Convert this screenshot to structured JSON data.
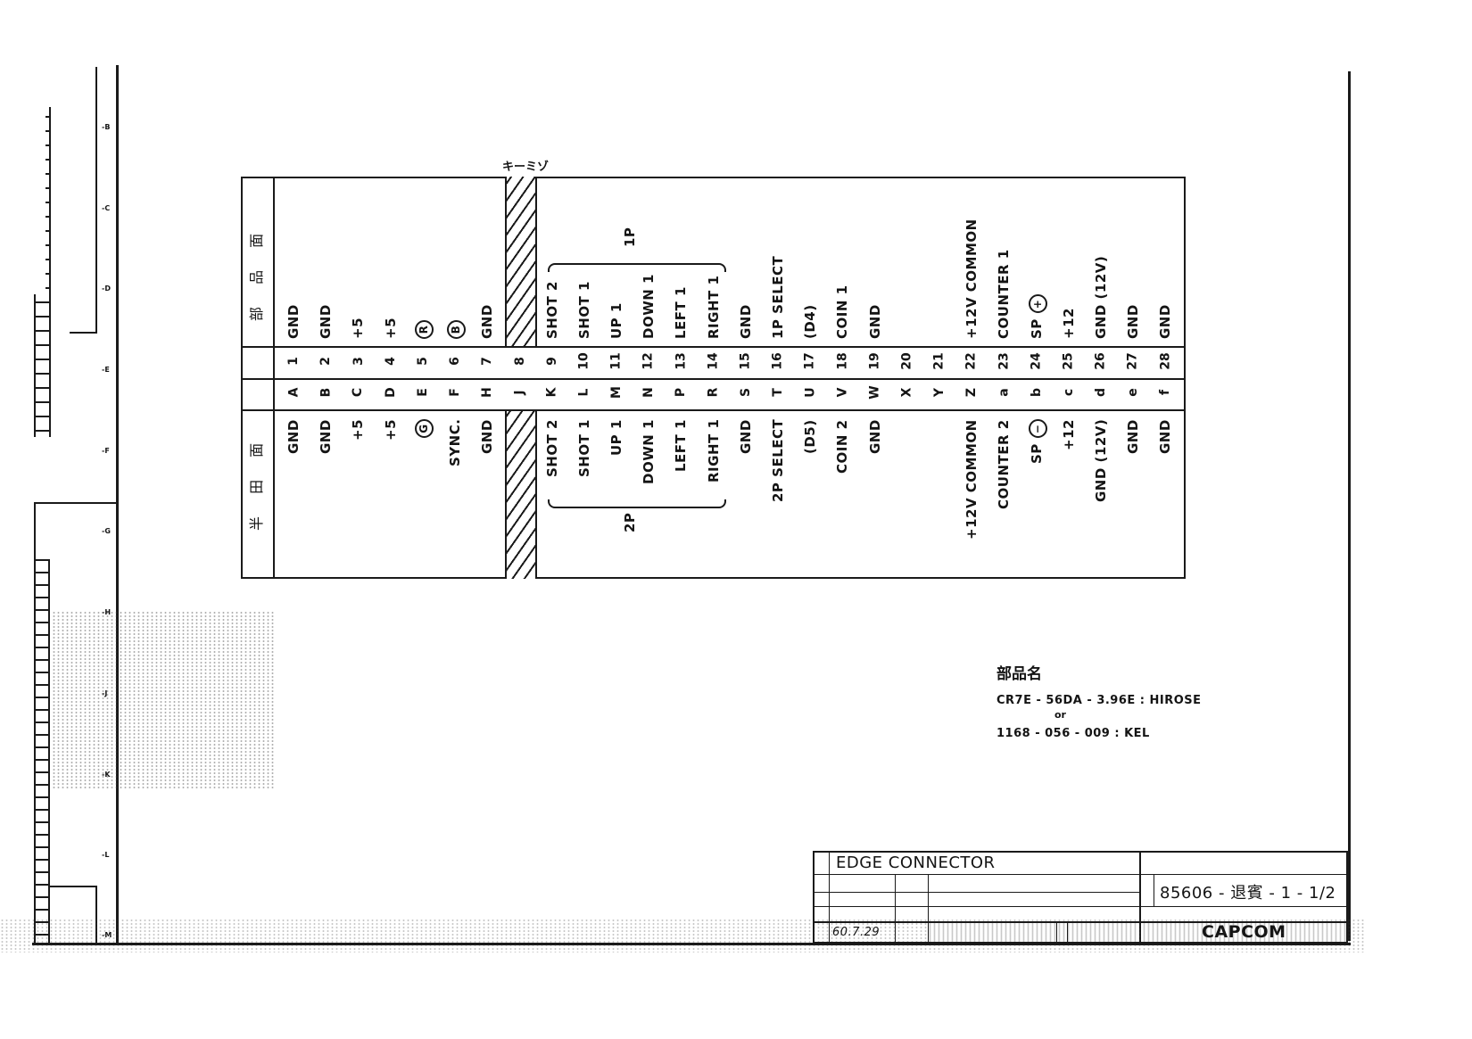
{
  "drawing": {
    "title": "EDGE CONNECTOR",
    "drawing_number": "85606 - 退賓 - 1 - 1/2",
    "company": "CAPCOM",
    "date": "60.7.29",
    "key_label": "キーミゾ",
    "component_side_label": "部 品 面",
    "solder_side_label": "半 田 面",
    "group_1p_label": "1P",
    "group_2p_label": "2P"
  },
  "part_info": {
    "heading": "部品名",
    "line1": "CR7E - 56DA - 3.96E : HIROSE",
    "line2": "or",
    "line3": "1168 - 056 - 009  : KEL"
  },
  "border_marks": {
    "left": [
      "B",
      "C",
      "D",
      "E",
      "F",
      "G",
      "H",
      "J",
      "K",
      "L",
      "M"
    ]
  },
  "pins": [
    {
      "num": "1",
      "letter": "A",
      "component": "GND",
      "solder": "GND"
    },
    {
      "num": "2",
      "letter": "B",
      "component": "GND",
      "solder": "GND"
    },
    {
      "num": "3",
      "letter": "C",
      "component": "+5",
      "solder": "+5"
    },
    {
      "num": "4",
      "letter": "D",
      "component": "+5",
      "solder": "+5"
    },
    {
      "num": "5",
      "letter": "E",
      "component": "R",
      "solder": "G"
    },
    {
      "num": "6",
      "letter": "F",
      "component": "B",
      "solder": "SYNC."
    },
    {
      "num": "7",
      "letter": "H",
      "component": "GND",
      "solder": "GND"
    },
    {
      "num": "8",
      "letter": "J",
      "component": "",
      "solder": ""
    },
    {
      "num": "9",
      "letter": "K",
      "component": "SHOT 2",
      "solder": "SHOT 2"
    },
    {
      "num": "10",
      "letter": "L",
      "component": "SHOT 1",
      "solder": "SHOT 1"
    },
    {
      "num": "11",
      "letter": "M",
      "component": "UP 1",
      "solder": "UP 1"
    },
    {
      "num": "12",
      "letter": "N",
      "component": "DOWN 1",
      "solder": "DOWN 1"
    },
    {
      "num": "13",
      "letter": "P",
      "component": "LEFT 1",
      "solder": "LEFT 1"
    },
    {
      "num": "14",
      "letter": "R",
      "component": "RIGHT 1",
      "solder": "RIGHT 1"
    },
    {
      "num": "15",
      "letter": "S",
      "component": "GND",
      "solder": "GND"
    },
    {
      "num": "16",
      "letter": "T",
      "component": "1P SELECT",
      "solder": "2P SELECT"
    },
    {
      "num": "17",
      "letter": "U",
      "component": "(D4)",
      "solder": "(D5)"
    },
    {
      "num": "18",
      "letter": "V",
      "component": "COIN 1",
      "solder": "COIN 2"
    },
    {
      "num": "19",
      "letter": "W",
      "component": "GND",
      "solder": "GND"
    },
    {
      "num": "20",
      "letter": "X",
      "component": "",
      "solder": ""
    },
    {
      "num": "21",
      "letter": "Y",
      "component": "",
      "solder": ""
    },
    {
      "num": "22",
      "letter": "Z",
      "component": "+12V  COMMON",
      "solder": "+12V  COMMON"
    },
    {
      "num": "23",
      "letter": "a",
      "component": "COUNTER  1",
      "solder": "COUNTER  2"
    },
    {
      "num": "24",
      "letter": "b",
      "component": "SP",
      "solder": "SP"
    },
    {
      "num": "25",
      "letter": "c",
      "component": "+12",
      "solder": "+12"
    },
    {
      "num": "26",
      "letter": "d",
      "component": "GND (12V)",
      "solder": "GND (12V)"
    },
    {
      "num": "27",
      "letter": "e",
      "component": "GND",
      "solder": "GND"
    },
    {
      "num": "28",
      "letter": "f",
      "component": "GND",
      "solder": "GND"
    }
  ],
  "symbols": {
    "sp_plus": "+",
    "sp_minus": "−",
    "circle_r": "R",
    "circle_b": "B",
    "circle_g": "G"
  }
}
